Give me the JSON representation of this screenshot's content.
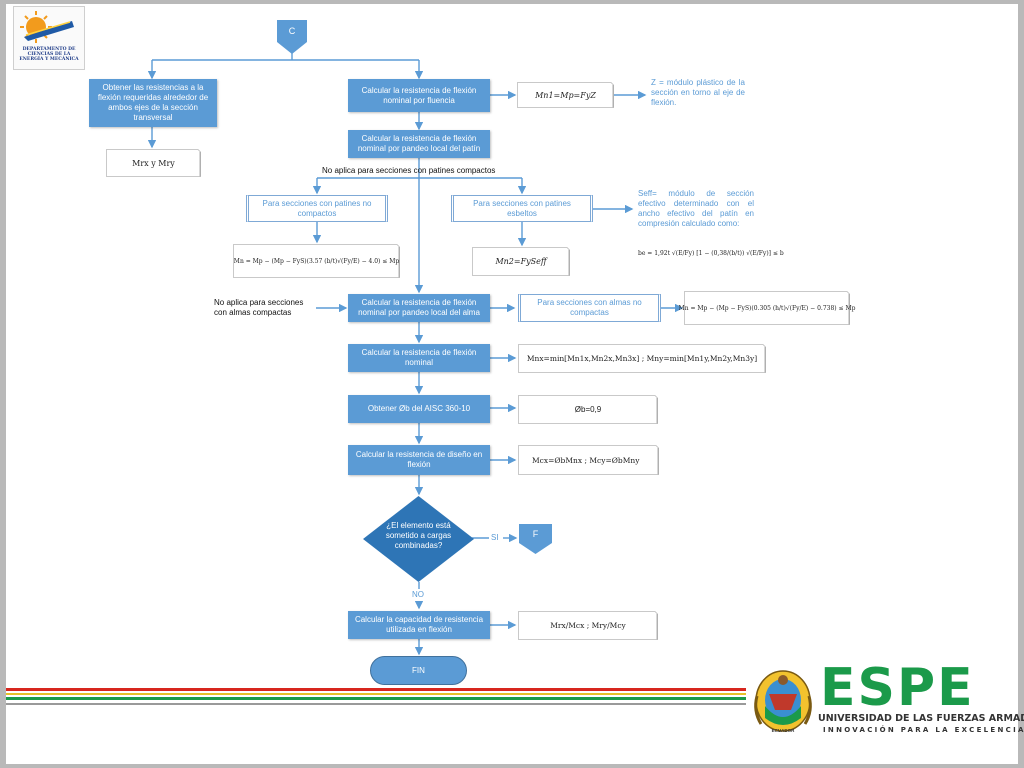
{
  "logo_dept": {
    "label": "DEPARTAMENTO DE CIENCIAS DE LA ENERGÍA Y MECÁNICA"
  },
  "flow": {
    "connector_top": "C",
    "left_branch": "Obtener las resistencias a la flexión requeridas alrededor de ambos ejes de la sección transversal",
    "left_output": "Mrx y Mry",
    "yield": "Calcular la resistencia de flexión nominal por fluencia",
    "yield_eq": "Mn1=Mp=FyZ",
    "yield_note": "Z = módulo plástico de la sección en torno al eje de flexión.",
    "flange": "Calcular la resistencia de flexión nominal por pandeo local del patín",
    "flange_na": "No aplica para secciones con patines compactos",
    "noncompact_flange": "Para secciones con patines no compactos",
    "noncompact_flange_eq": "Mn = Mp − (Mp − FyS)(3.57 (b/t)√(Fy/E) − 4.0) ≤ Mp",
    "slender_flange": "Para secciones con patines esbeltos",
    "slender_flange_eq": "Mn2=FySeff",
    "seff_note": "Seff= módulo de sección efectivo determinado con el ancho efectivo del patín en compresión calculado como:",
    "be_eq": "be = 1,92t √(E/Fy) [1 − (0,38/(b/t)) √(E/Fy)] ≤ b",
    "web": "Calcular la resistencia de flexión nominal por pandeo local del alma",
    "web_na": "No aplica para secciones con almas compactas",
    "noncompact_web": "Para secciones con almas no compactas",
    "noncompact_web_eq": "Mn = Mp − (Mp − FyS)(0.305 (h/t)√(Fy/E) − 0.738) ≤ Mp",
    "nominal": "Calcular la resistencia de flexión nominal",
    "nominal_eq": "Mnx=min[Mn1x,Mn2x,Mn3x]   ;   Mny=min[Mn1y,Mn2y,Mn3y]",
    "phi": "Obtener Øb del AISC 360-10",
    "phi_val": "Øb=0,9",
    "design": "Calcular la resistencia de diseño en flexión",
    "design_eq": "Mcx=ØbMnx   ;   Mcy=ØbMny",
    "decision": "¿El elemento está sometido a cargas combinadas?",
    "yes": "SI",
    "connector_f": "F",
    "no": "NO",
    "capacity": "Calcular la capacidad de resistencia utilizada en flexión",
    "capacity_eq": "Mrx/Mcx   ;   Mry/Mcy",
    "end": "FIN"
  },
  "espe": {
    "name": "ESPE",
    "subtitle": "UNIVERSIDAD DE LAS FUERZAS ARMADAS",
    "tagline": "INNOVACIÓN PARA LA EXCELENCIA",
    "crest_label": "ECUADOR"
  },
  "colors": {
    "box": "#5b9bd5",
    "espe_green": "#1b9a4a",
    "stripe_red": "#d7261e",
    "stripe_green": "#1b9a4a"
  }
}
